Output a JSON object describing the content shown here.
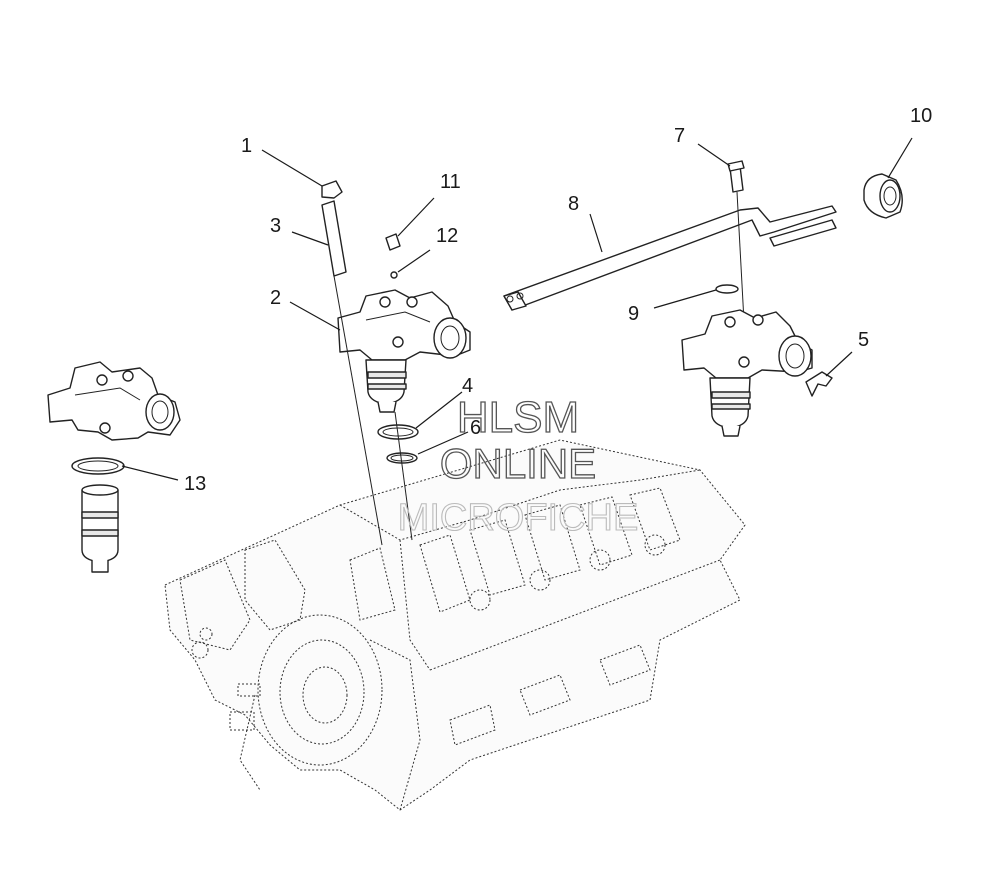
{
  "diagram": {
    "callouts": [
      {
        "id": "1",
        "label": "1"
      },
      {
        "id": "2",
        "label": "2"
      },
      {
        "id": "3",
        "label": "3"
      },
      {
        "id": "4",
        "label": "4"
      },
      {
        "id": "5",
        "label": "5"
      },
      {
        "id": "6",
        "label": "6"
      },
      {
        "id": "7",
        "label": "7"
      },
      {
        "id": "8",
        "label": "8"
      },
      {
        "id": "9",
        "label": "9"
      },
      {
        "id": "10",
        "label": "10"
      },
      {
        "id": "11",
        "label": "11"
      },
      {
        "id": "12",
        "label": "12"
      },
      {
        "id": "13",
        "label": "13"
      }
    ]
  },
  "watermark": {
    "line1": "HLSM",
    "line2": "ONLINE",
    "line3": "MICROFICHE"
  }
}
